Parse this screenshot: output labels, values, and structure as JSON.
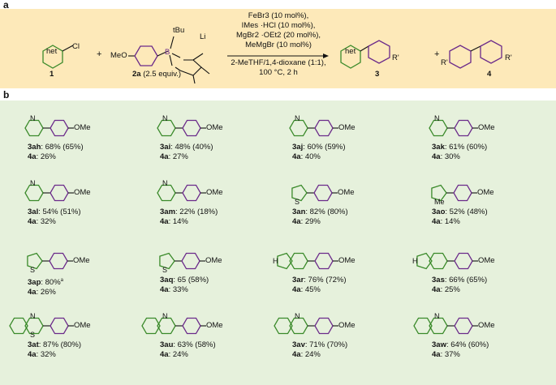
{
  "panels": {
    "a": "a",
    "b": "b"
  },
  "scheme": {
    "reactant1_het": "het",
    "reactant1_cl": "Cl",
    "reactant1_label": "1",
    "plus1": "+",
    "reagent_meo": "MeO",
    "reagent_tbu": "tBu",
    "reagent_li": "Li",
    "reagent_label": "2a",
    "reagent_equiv": "(2.5 equiv.)",
    "conditions": [
      "FeBr3 (10 mol%),",
      "IMes ·HCl (10 mol%),",
      "MgBr2 ·OEt2 (20 mol%),",
      "MeMgBr (10 mol%)"
    ],
    "conditions_below": [
      "2-MeTHF/1,4-dioxane (1:1),",
      "100 °C, 2 h"
    ],
    "product_het": "het",
    "product_r": "R'",
    "product_label": "3",
    "plus2": "+",
    "byproduct_r1": "R'",
    "byproduct_r2": "R'",
    "byproduct_label": "4"
  },
  "ome_label": "OMe",
  "compounds": [
    {
      "id": "3ah",
      "yield": ": 68% (65%)",
      "by": "4a",
      "by_yield": ": 26%"
    },
    {
      "id": "3ai",
      "yield": ": 48% (40%)",
      "by": "4a",
      "by_yield": ": 27%"
    },
    {
      "id": "3aj",
      "yield": ": 60% (59%)",
      "by": "4a",
      "by_yield": ": 40%"
    },
    {
      "id": "3ak",
      "yield": ": 61% (60%)",
      "by": "4a",
      "by_yield": ": 30%"
    },
    {
      "id": "3al",
      "yield": ": 54% (51%)",
      "by": "4a",
      "by_yield": ": 32%"
    },
    {
      "id": "3am",
      "yield": ": 22% (18%)",
      "by": "4a",
      "by_yield": ": 14%"
    },
    {
      "id": "3an",
      "yield": ": 82% (80%)",
      "by": "4a",
      "by_yield": ": 29%"
    },
    {
      "id": "3ao",
      "yield": ": 52% (48%)",
      "by": "4a",
      "by_yield": ": 14%"
    },
    {
      "id": "3ap",
      "yield": ": 80%",
      "sup": "a",
      "by": "4a",
      "by_yield": ": 26%"
    },
    {
      "id": "3aq",
      "yield": ": 65 (58%)",
      "by": "4a",
      "by_yield": ": 33%"
    },
    {
      "id": "3ar",
      "yield": ": 76% (72%)",
      "by": "4a",
      "by_yield": ": 45%"
    },
    {
      "id": "3as",
      "yield": ": 66% (65%)",
      "by": "4a",
      "by_yield": ": 25%"
    },
    {
      "id": "3at",
      "yield": ": 87% (80%)",
      "by": "4a",
      "by_yield": ": 32%"
    },
    {
      "id": "3au",
      "yield": ": 63% (58%)",
      "by": "4a",
      "by_yield": ": 24%"
    },
    {
      "id": "3av",
      "yield": ": 71% (70%)",
      "by": "4a",
      "by_yield": ": 24%"
    },
    {
      "id": "3aw",
      "yield": ": 64% (60%)",
      "by": "4a",
      "by_yield": ": 37%"
    }
  ],
  "heteroatoms": {
    "N": "N",
    "S": "S",
    "H": "H",
    "Me": "Me"
  },
  "colors": {
    "green": "#3a8a2a",
    "purple": "#6b2a8a"
  }
}
